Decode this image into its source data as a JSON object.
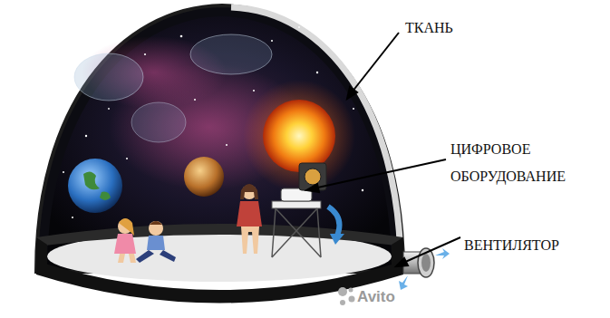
{
  "diagram": {
    "labels": [
      "ТКАНЬ",
      "ЦИФРОВОЕ ОБОРУДОВАНИЕ",
      "ВЕНТИЛЯТОР",
      "Avito"
    ]
  }
}
